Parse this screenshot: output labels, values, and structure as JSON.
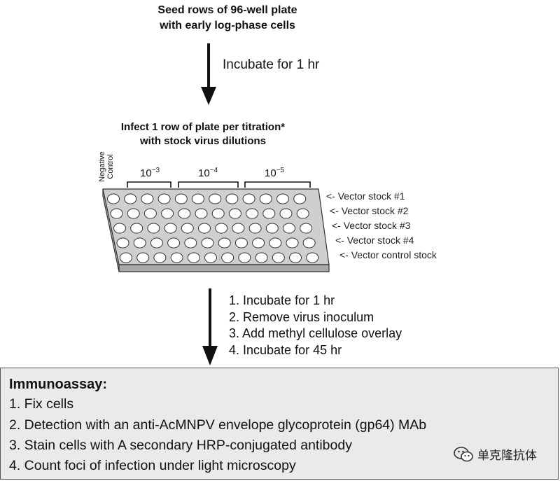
{
  "step1": {
    "title_line1": "Seed rows of 96-well plate",
    "title_line2": "with early log-phase cells"
  },
  "arrow1_label": "Incubate for 1 hr",
  "step2": {
    "title_line1": "Infect 1 row of plate per titration*",
    "title_line2": "with stock virus dilutions"
  },
  "plate": {
    "negative_control_line1": "Negative",
    "negative_control_line2": "Control",
    "dilutions": [
      {
        "base": "10",
        "exp": "−3"
      },
      {
        "base": "10",
        "exp": "−4"
      },
      {
        "base": "10",
        "exp": "−5"
      }
    ],
    "rows": [
      "<- Vector stock #1",
      "<- Vector stock #2",
      "<- Vector stock #3",
      "<- Vector stock #4",
      "<- Vector control stock"
    ],
    "wells_per_row": 12,
    "row_count": 5
  },
  "steps": [
    "1. Incubate for 1 hr",
    "2. Remove virus inoculum",
    "3. Add methyl cellulose overlay",
    "4. Incubate for 45 hr"
  ],
  "immunoassay": {
    "heading": "Immunoassay:",
    "items": [
      "1. Fix cells",
      "2. Detection with an anti-AcMNPV envelope glycoprotein (gp64) MAb",
      "3. Stain cells with A secondary HRP-conjugated antibody",
      "4. Count foci of infection under light microscopy"
    ]
  },
  "watermark": "单克隆抗体"
}
